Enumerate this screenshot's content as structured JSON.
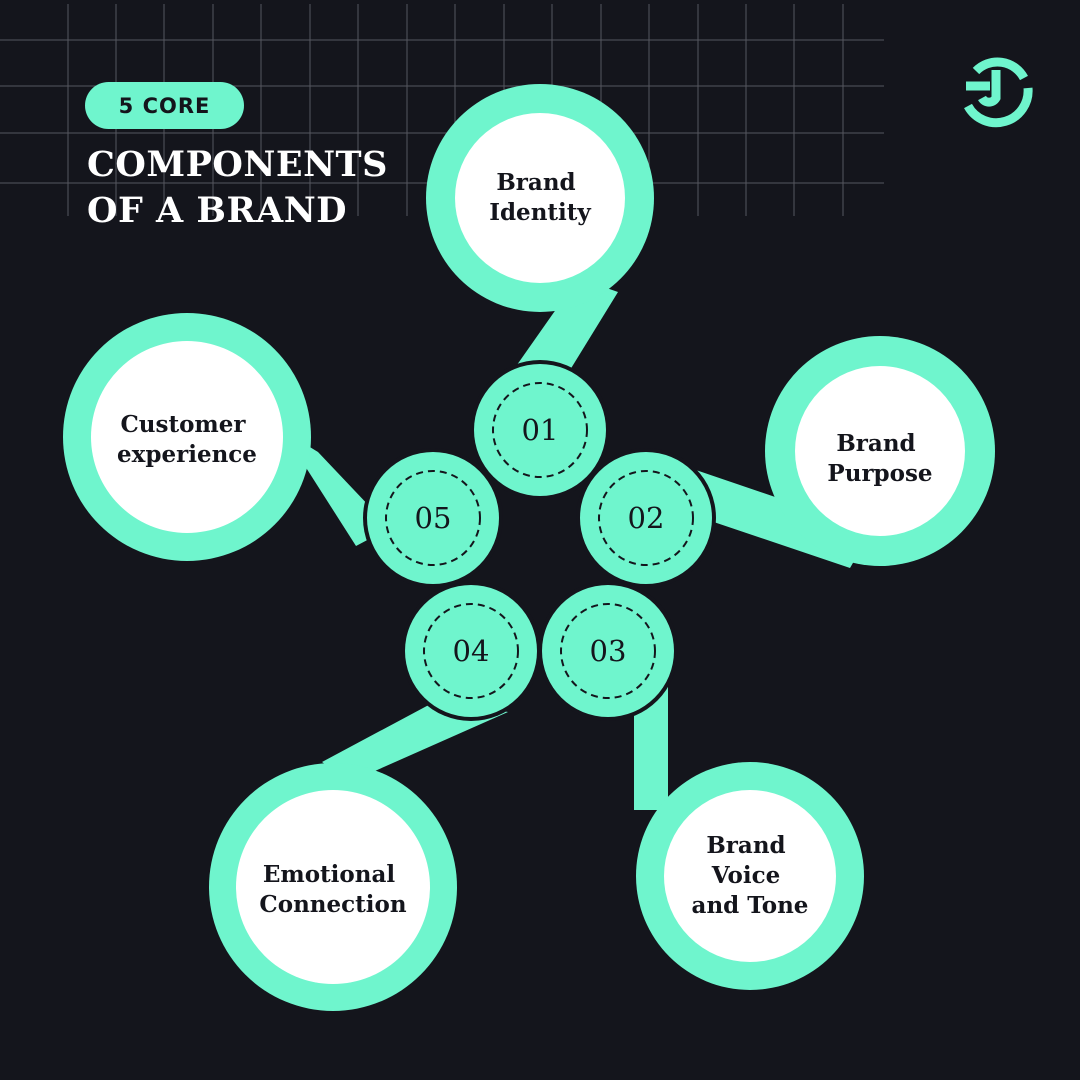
{
  "badge": "5 CORE",
  "title_lines": [
    "COMPONENTS",
    "OF A BRAND"
  ],
  "logo_icon": "brand-logo-icon",
  "colors": {
    "background": "#14151c",
    "accent": "#6ff5cd",
    "node_fill": "#ffffff",
    "text_dark": "#14151c",
    "grid": "#6b6d76"
  },
  "components": [
    {
      "number": "01",
      "label_lines": [
        "Brand",
        "Identity"
      ]
    },
    {
      "number": "02",
      "label_lines": [
        "Brand",
        "Purpose"
      ]
    },
    {
      "number": "03",
      "label_lines": [
        "Brand",
        "Voice",
        "and Tone"
      ]
    },
    {
      "number": "04",
      "label_lines": [
        "Emotional",
        "Connection"
      ]
    },
    {
      "number": "05",
      "label_lines": [
        "Customer",
        "experience"
      ]
    }
  ]
}
